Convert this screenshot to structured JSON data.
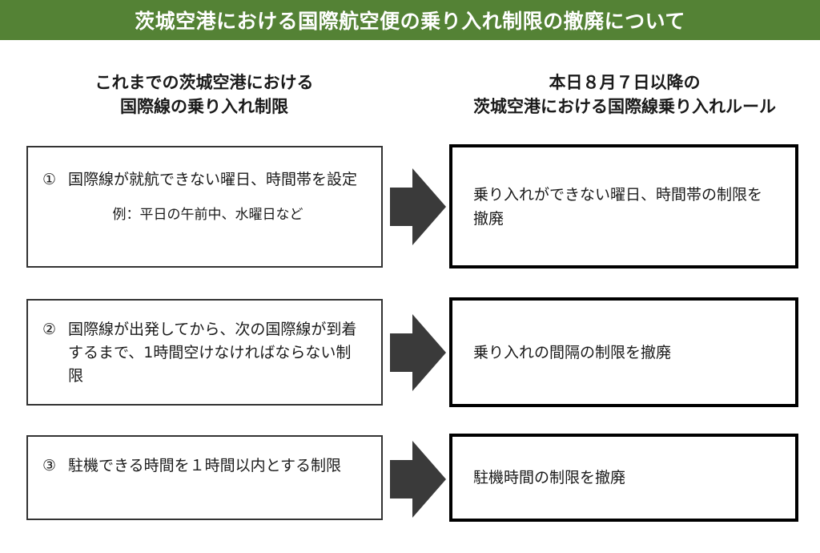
{
  "title": "茨城空港における国際航空便の乗り入れ制限の撤廃について",
  "left_heading": [
    "これまでの茨城空港における",
    "国際線の乗り入れ制限"
  ],
  "right_heading": [
    "本日８月７日以降の",
    "茨城空港における国際線乗り入れルール"
  ],
  "rows": [
    {
      "number": "①",
      "before": "国際線が就航できない曜日、時間帯を設定",
      "example": "例：平日の午前中、水曜日など",
      "after": "乗り入れができない曜日、時間帯の制限を撤廃"
    },
    {
      "number": "②",
      "before": "国際線が出発してから、次の国際線が到着するまで、1時間空けなければならない制限",
      "after": "乗り入れの間隔の制限を撤廃"
    },
    {
      "number": "③",
      "before": "駐機できる時間を１時間以内とする制限",
      "after": "駐機時間の制限を撤廃"
    }
  ],
  "colors": {
    "title_bg": "#548235",
    "arrow": "#3a3a3a"
  },
  "icons": {
    "arrow": "right-arrow-icon"
  }
}
